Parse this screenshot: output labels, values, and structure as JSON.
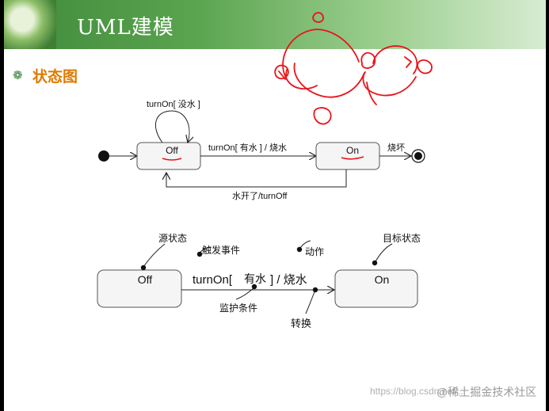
{
  "header": {
    "title": "UML建模",
    "logo_icon": "plant-in-hands-logo"
  },
  "section": {
    "icon": "flower-bullet-icon",
    "title": "状态图"
  },
  "diagram1": {
    "self_loop_label": "turnOn[ 没水 ]",
    "state_off": "Off",
    "state_on": "On",
    "transition_label": "turnOn[ 有水 ] / 烧水",
    "end_label": "烧坏",
    "return_label": "水开了/turnOff"
  },
  "diagram2": {
    "source_state_note": "源状态",
    "trigger_event_note": "触发事件",
    "action_note": "动作",
    "target_state_note": "目标状态",
    "guard_note": "监护条件",
    "transition_note": "转换",
    "state_off": "Off",
    "state_on": "On",
    "label_event": "turnOn[",
    "label_guard": "有水",
    "label_rest": "] / 烧水"
  },
  "watermark": {
    "url_text": "https://blog.csdn.net/...",
    "site": "@稀土掘金技术社区"
  },
  "colors": {
    "header_green": "#4f9a45",
    "title_orange": "#e07a00",
    "annotation_red": "#e8141a"
  }
}
